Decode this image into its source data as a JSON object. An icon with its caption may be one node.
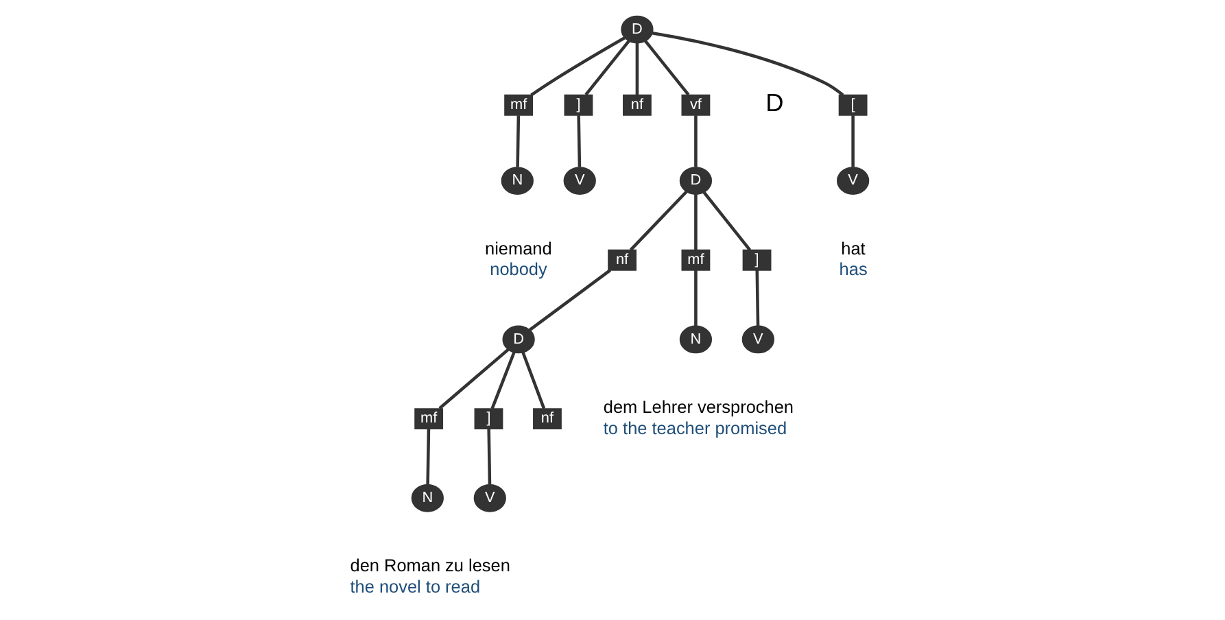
{
  "diagram": {
    "nodes": [
      {
        "text": [
          "D"
        ]
      },
      {
        "text": [
          "vf"
        ]
      },
      {
        "text": [
          "["
        ]
      },
      {
        "text": [
          "mf"
        ]
      },
      {
        "text": [
          "]"
        ]
      },
      {
        "text": [
          "nf"
        ]
      },
      {
        "text": [
          "V"
        ],
        "beside": [
          "hat",
          "has"
        ]
      },
      {
        "text": [
          "N"
        ],
        "beside": [
          "niemand",
          "nobody"
        ]
      },
      {
        "text": [
          "V"
        ]
      },
      {
        "text": [
          "D"
        ]
      },
      {
        "text": [
          "mf"
        ]
      },
      {
        "text": [
          "]"
        ]
      },
      {
        "text": [
          "nf"
        ]
      },
      {
        "text": [
          "N"
        ]
      },
      {
        "text": [
          "V"
        ]
      },
      {
        "text": [
          "D"
        ]
      },
      {
        "text": [
          "mf"
        ]
      },
      {
        "text": [
          "]"
        ]
      },
      {
        "text": [
          "nf"
        ]
      },
      {
        "text": [
          "N"
        ]
      },
      {
        "text": [
          "V"
        ]
      }
    ],
    "edges": [
      {
        "from": 0,
        "to": 1,
        "arrow": "none"
      },
      {
        "from": 0,
        "to": 2,
        "arrow": "none"
      },
      {
        "from": 0,
        "to": 3,
        "arrow": "none"
      },
      {
        "from": 0,
        "to": 4,
        "arrow": "none"
      },
      {
        "from": 0,
        "to": 5,
        "arrow": "none"
      },
      {
        "from": 2,
        "to": 6,
        "arrow": "none"
      },
      {
        "from": 3,
        "to": 7,
        "arrow": "none"
      },
      {
        "from": 4,
        "to": 8,
        "arrow": "none"
      },
      {
        "from": 1,
        "to": 9,
        "arrow": "none"
      },
      {
        "from": 9,
        "to": 10,
        "arrow": "none"
      },
      {
        "from": 9,
        "to": 11,
        "arrow": "none"
      },
      {
        "from": 9,
        "to": 12,
        "arrow": "none"
      },
      {
        "from": 10,
        "to": 13,
        "arrow": "none"
      },
      {
        "from": 11,
        "to": 14,
        "arrow": "none"
      },
      {
        "from": 12,
        "to": 15,
        "arrow": "none"
      },
      {
        "from": 15,
        "to": 16,
        "arrow": "none"
      },
      {
        "from": 15,
        "to": 17,
        "arrow": "none"
      },
      {
        "from": 15,
        "to": 18,
        "arrow": "none"
      },
      {
        "from": 16,
        "to": 19,
        "arrow": "none"
      },
      {
        "from": 17,
        "to": 20,
        "arrow": "none"
      }
    ],
    "labels": [
      "D",
      "dem Lehrer versprochen",
      "to the teacher promised",
      "den Roman zu lesen",
      "the novel to read"
    ]
  }
}
